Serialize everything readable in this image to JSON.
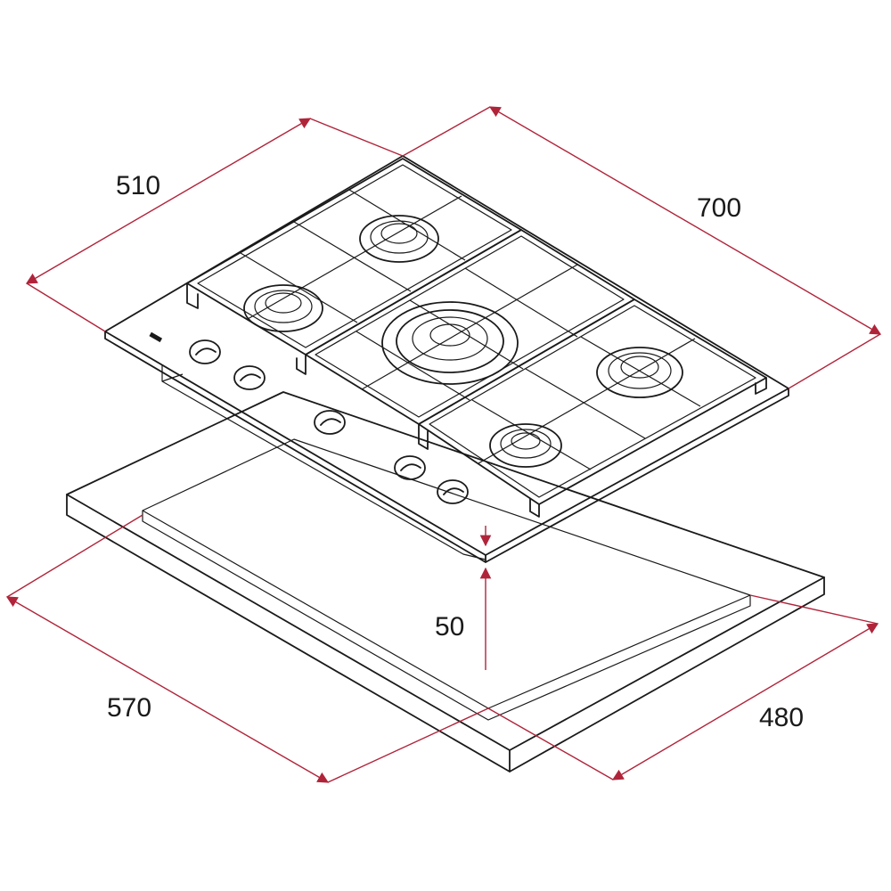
{
  "colors": {
    "dimension": "#b0243a",
    "outline": "#1a1a1a",
    "background": "#ffffff"
  },
  "dimensions": {
    "depth_top": "510",
    "width_top": "700",
    "height": "50",
    "cutout_width": "570",
    "cutout_depth": "480"
  }
}
